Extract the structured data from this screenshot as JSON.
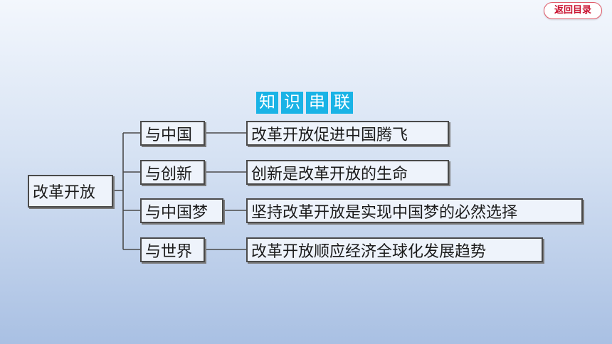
{
  "nav": {
    "back_label": "返回目录"
  },
  "title": {
    "chars": [
      "知",
      "识",
      "串",
      "联"
    ]
  },
  "root": {
    "label": "改革开放"
  },
  "branches": [
    {
      "label": "与中国",
      "detail": "改革开放促进中国腾飞"
    },
    {
      "label": "与创新",
      "detail": "创新是改革开放的生命"
    },
    {
      "label": "与中国梦",
      "detail": "坚持改革开放是实现中国梦的必然选择"
    },
    {
      "label": "与世界",
      "detail": "改革开放顺应经济全球化发展趋势"
    }
  ]
}
